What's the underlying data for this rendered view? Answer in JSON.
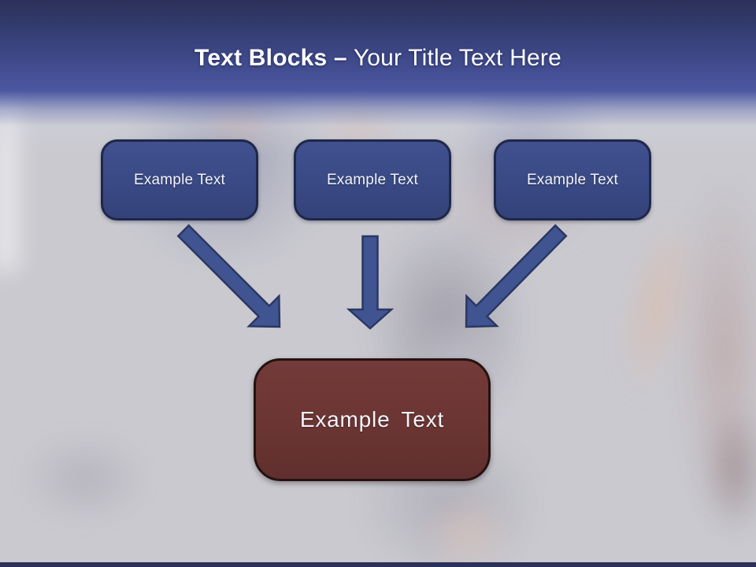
{
  "title": {
    "bold_text": "Text Blocks –",
    "regular_text": "Your Title Text Here"
  },
  "blocks": {
    "sources": [
      {
        "label": "Example Text"
      },
      {
        "label": "Example Text"
      },
      {
        "label": "Example Text"
      }
    ],
    "target": {
      "label": "Example Text"
    }
  },
  "arrows": [
    {
      "name": "left-diagonal-arrow",
      "direction": "down-right"
    },
    {
      "name": "center-straight-arrow",
      "direction": "down"
    },
    {
      "name": "right-diagonal-arrow",
      "direction": "down-left"
    }
  ],
  "colors": {
    "header_top": "#2b3158",
    "header_bottom": "#4b57a1",
    "body_bg": "#c9c9cf",
    "box_fill": "#3a4a86",
    "box_border": "#1e2849",
    "arrow_fill": "#3f5491",
    "arrow_border": "#2b3763",
    "target_fill": "#6b3533",
    "target_border": "#241211",
    "bottom_bar": "#2b3158",
    "title_color": "#ffffff",
    "box_text_color": "#f2f3f8"
  }
}
